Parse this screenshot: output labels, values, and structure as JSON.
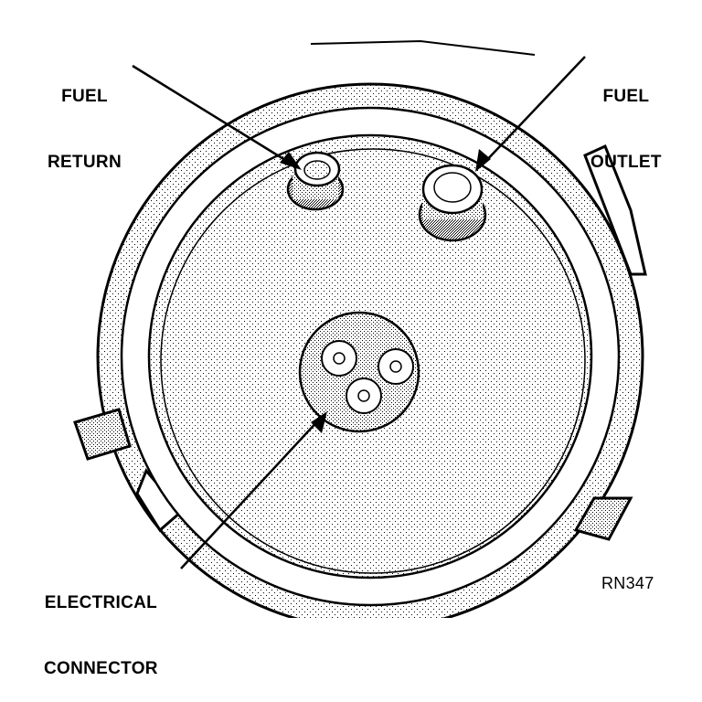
{
  "labels": {
    "fuel_return": [
      "FUEL",
      "RETURN"
    ],
    "fuel_outlet": [
      "FUEL",
      "OUTLET"
    ],
    "electrical_connector": [
      "ELECTRICAL",
      "CONNECTOR"
    ]
  },
  "figure_code": "RN347",
  "colors": {
    "ink": "#000000",
    "shade": "#9a9a9a",
    "paper": "#ffffff"
  }
}
